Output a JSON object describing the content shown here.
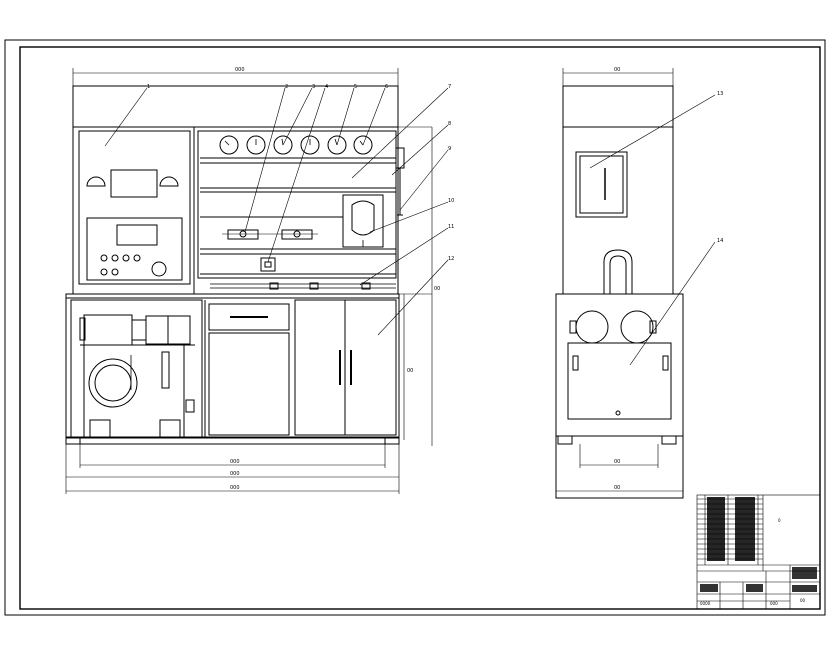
{
  "drawing": {
    "colors": {
      "line": "#000000",
      "paper": "#ffffff"
    },
    "front_view": {
      "dims": {
        "top": "000",
        "right": "00",
        "right_small": "00",
        "base_inner": "000",
        "base_outer": "000",
        "base_total": "000"
      },
      "balloons": [
        "1",
        "2",
        "3",
        "4",
        "5",
        "6",
        "7",
        "8",
        "9",
        "10",
        "11",
        "12"
      ],
      "gauge_count": 6
    },
    "side_view": {
      "dims": {
        "top": "00",
        "bottom_inner": "00",
        "bottom_outer": "00"
      },
      "balloons": [
        "13",
        "14"
      ]
    },
    "title_block": {
      "cells": [
        "0",
        "00",
        "0000",
        "000"
      ]
    }
  }
}
